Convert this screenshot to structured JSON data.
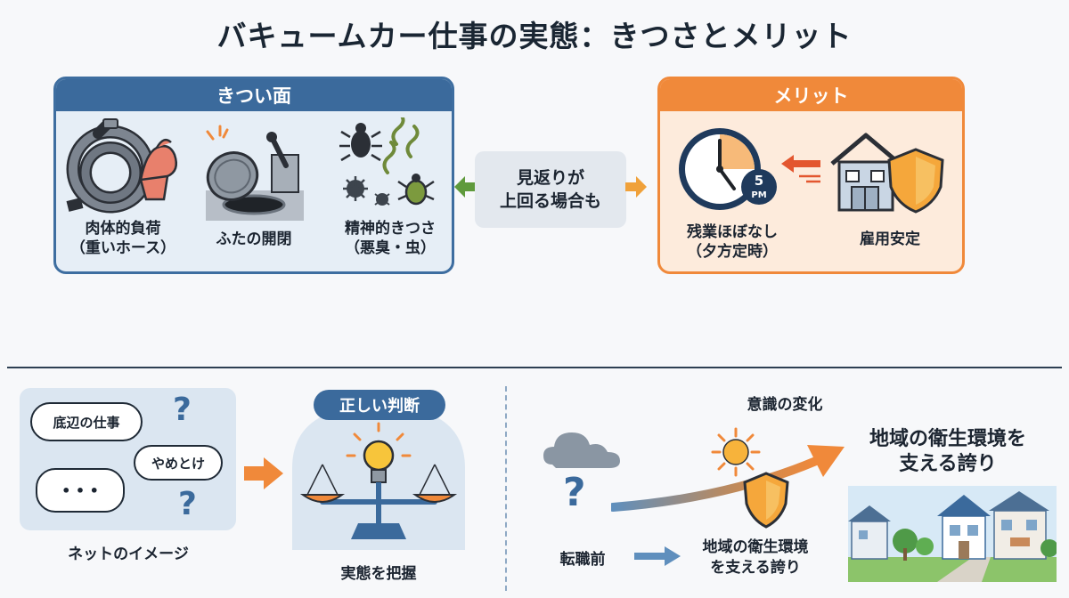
{
  "title": "バキュームカー仕事の実態：きつさとメリット",
  "hard_side": {
    "header": "きつい面",
    "items": [
      {
        "label_line1": "肉体的負荷",
        "label_line2": "（重いホース）",
        "icon": "hose-muscle-icon"
      },
      {
        "label_line1": "ふたの開閉",
        "label_line2": "",
        "icon": "manhole-lid-icon"
      },
      {
        "label_line1": "精神的きつさ",
        "label_line2": "（悪臭・虫）",
        "icon": "bugs-odor-icon"
      }
    ]
  },
  "middle": {
    "line1": "見返りが",
    "line2": "上回る場合も"
  },
  "merit_side": {
    "header": "メリット",
    "items": [
      {
        "label_line1": "残業ほぼなし",
        "label_line2": "（夕方定時）",
        "icon": "clock-5pm-icon",
        "clock_badge_top": "5",
        "clock_badge_bottom": "PM"
      },
      {
        "label_line1": "雇用安定",
        "label_line2": "",
        "icon": "house-shield-icon"
      }
    ]
  },
  "bottom_left": {
    "bubbles": [
      "底辺の仕事",
      "やめとけ",
      "• • •"
    ],
    "question_mark": "?",
    "caption": "ネットのイメージ",
    "judgment_pill": "正しい判断",
    "judgment_caption": "実態を把握"
  },
  "bottom_right": {
    "heading": "意識の変化",
    "before_label": "転職前",
    "after_label_line1": "地域の衛生環境",
    "after_label_line2": "を支える誇り",
    "big_label_line1": "地域の衛生環境を",
    "big_label_line2": "支える誇り",
    "question_mark": "?"
  },
  "colors": {
    "blue": "#3b6a9c",
    "orange": "#f0893a",
    "light_blue": "#e6eef6",
    "light_orange": "#fdebdc"
  }
}
